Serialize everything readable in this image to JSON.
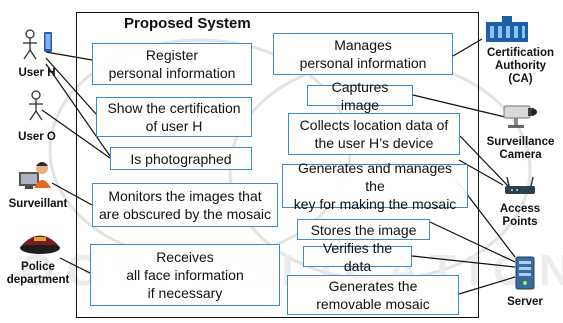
{
  "system": {
    "title": "Proposed System"
  },
  "actors": {
    "user_h": "User H",
    "user_o": "User O",
    "surveillant": "Surveillant",
    "police": [
      "Police",
      "department"
    ],
    "ca": [
      "Certification",
      "Authority",
      "(CA)"
    ],
    "camera": [
      "Surveillance",
      "Camera"
    ],
    "access_points": [
      "Access",
      "Points"
    ],
    "server": "Server"
  },
  "usecases": {
    "register": [
      "Register",
      "personal information"
    ],
    "show_cert": [
      "Show the certification",
      "of user H"
    ],
    "photographed": [
      "Is photographed"
    ],
    "monitors": [
      "Monitors the images that",
      "are obscured by the mosaic"
    ],
    "receives": [
      "Receives",
      "all face information",
      "if necessary"
    ],
    "manages": [
      "Manages",
      "personal information"
    ],
    "captures": [
      "Captures image"
    ],
    "collects": [
      "Collects location data of",
      "the user H’s device"
    ],
    "generates_key": [
      "Generates and manages the",
      "key for making the mosaic"
    ],
    "stores": [
      "Stores the image"
    ],
    "verifies": [
      "Verifies the data"
    ],
    "generates_mosaic": [
      "Generates the",
      "removable mosaic"
    ]
  },
  "colors": {
    "usecase_border": "#3c8ccf",
    "line": "#111111"
  }
}
